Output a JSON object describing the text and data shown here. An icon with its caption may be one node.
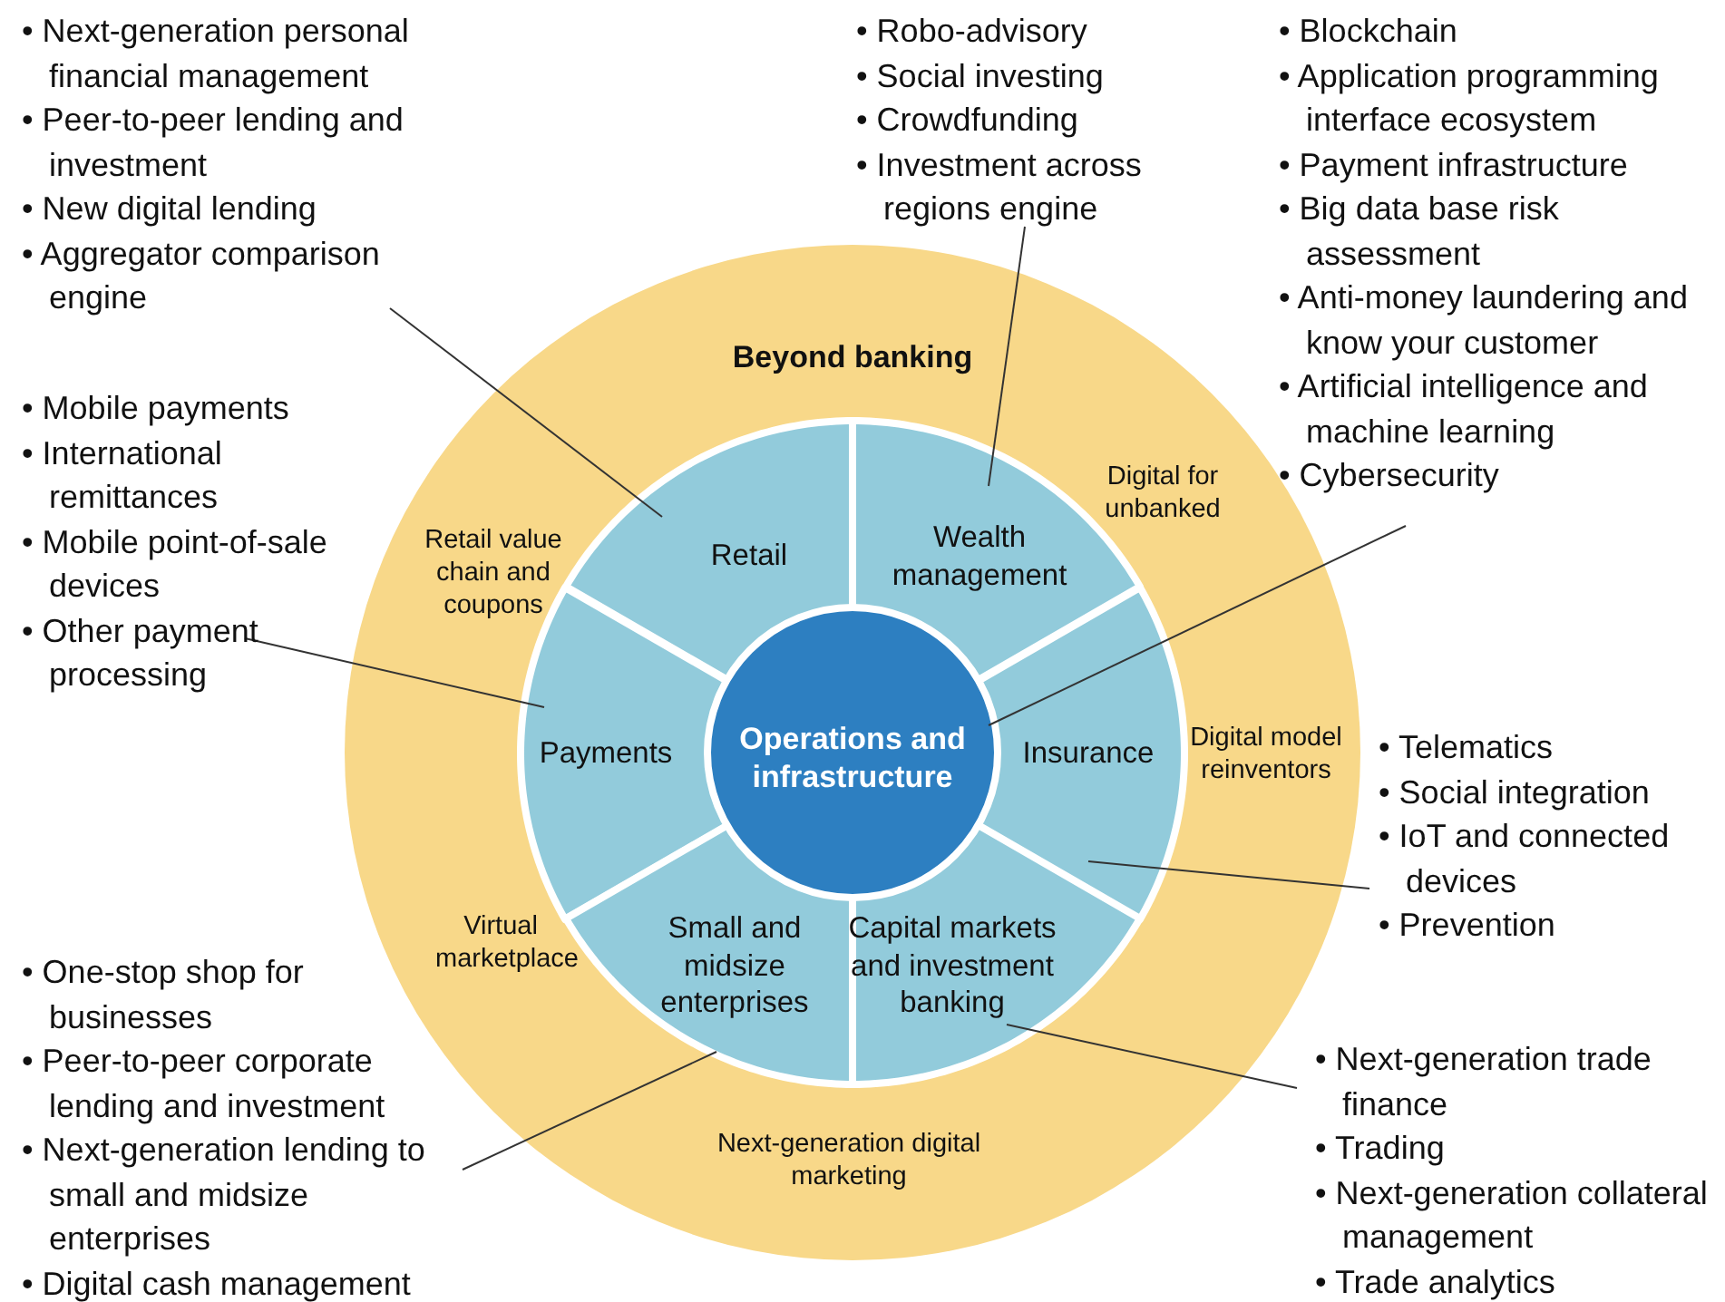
{
  "diagram": {
    "nodes": [
      {
        "text": [
          "Beyond banking"
        ]
      },
      {
        "text": [
          "Retail"
        ],
        "in": 0
      },
      {
        "text": [
          "Wealth management"
        ],
        "in": 0
      },
      {
        "text": [
          "Payments"
        ],
        "in": 0
      },
      {
        "text": [
          "Insurance"
        ],
        "in": 0
      },
      {
        "text": [
          "Small and midsize enterprises"
        ],
        "in": 0
      },
      {
        "text": [
          "Capital markets and investment banking"
        ],
        "in": 0
      },
      {
        "text": [
          "Operations and infrastructure"
        ],
        "in": 0
      },
      {
        "text": [
          "• Next-generation personal financial management",
          "• Peer-to-peer lending and investment",
          "• New digital lending",
          "• Aggregator comparison engine"
        ]
      },
      {
        "text": [
          "• Mobile payments",
          "• International remittances",
          "• Mobile point-of-sale devices",
          "• Other payment processing"
        ]
      },
      {
        "text": [
          "• One-stop shop for businesses",
          "• Peer-to-peer corporate lending and investment",
          "• Next-generation lending to small and midsize enterprises",
          "• Digital cash management"
        ]
      },
      {
        "text": [
          "• Robo-advisory",
          "• Social investing",
          "• Crowdfunding",
          "• Investment across regions engine"
        ]
      },
      {
        "text": [
          "• Blockchain",
          "• Application programming interface ecosystem",
          "• Payment infrastructure",
          "• Big data base risk assessment",
          "• Anti-money laundering and know your customer",
          "• Artificial intelligence and machine learning",
          "• Cybersecurity"
        ]
      },
      {
        "text": [
          "• Telematics",
          "• Social integration",
          "• IoT and connected devices",
          "• Prevention"
        ]
      },
      {
        "text": [
          "• Next-generation trade finance",
          "• Trading",
          "• Next-generation collateral management",
          "• Trade analytics"
        ]
      }
    ],
    "edges": [
      {
        "from": 8,
        "to": 1,
        "arrow": "none"
      },
      {
        "from": 9,
        "to": 3,
        "arrow": "none"
      },
      {
        "from": 10,
        "to": 5,
        "arrow": "none"
      },
      {
        "from": 11,
        "to": 2,
        "arrow": "none"
      },
      {
        "from": 12,
        "to": 7,
        "arrow": "none"
      },
      {
        "from": 13,
        "to": 4,
        "arrow": "none"
      },
      {
        "from": 14,
        "to": 6,
        "arrow": "none"
      }
    ],
    "labels": [
      "Digital for unbanked",
      "Retail value chain and coupons",
      "Digital model reinventors",
      "Virtual marketplace",
      "Next-generation digital marketing"
    ]
  }
}
